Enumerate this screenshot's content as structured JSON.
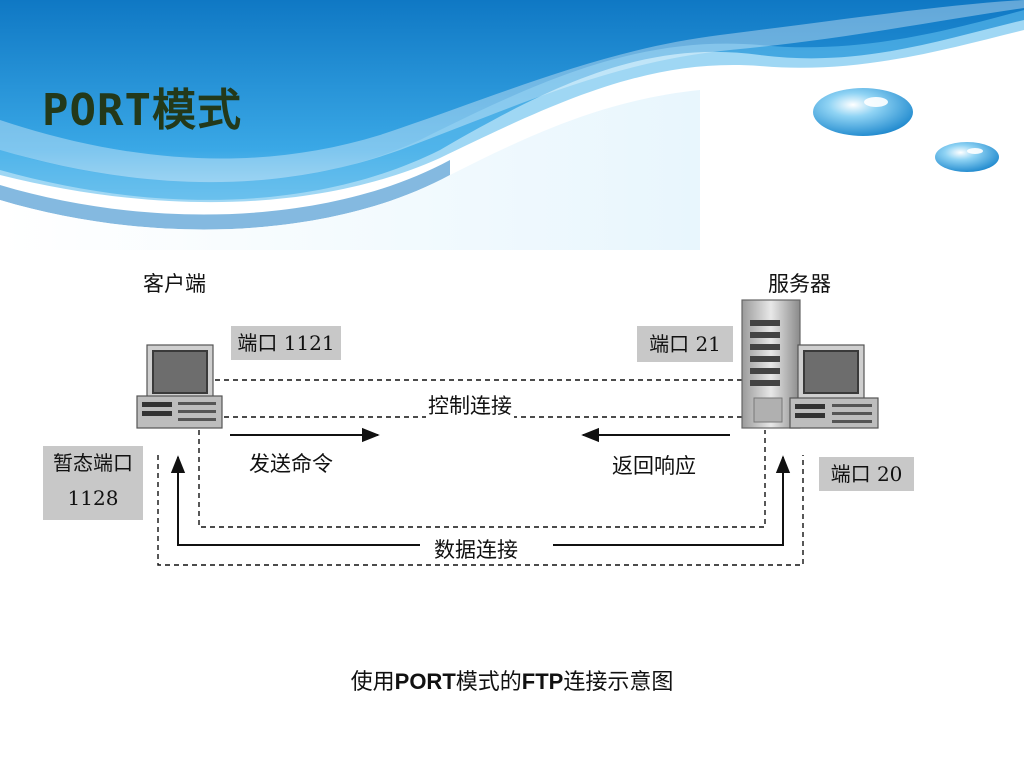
{
  "slide": {
    "title": "PORT模式",
    "caption_prefix": "使用",
    "caption_port": "PORT",
    "caption_mid": "模式的",
    "caption_ftp": "FTP",
    "caption_suffix": "连接示意图"
  },
  "diagram": {
    "client_label": "客户端",
    "server_label": "服务器",
    "client_port": "端口 1121",
    "server_port": "端口 21",
    "ephemeral_port_line1": "暂态端口",
    "ephemeral_port_line2": "1128",
    "server_data_port": "端口 20",
    "control_connection": "控制连接",
    "send_command": "发送命令",
    "return_response": "返回响应",
    "data_connection": "数据连接"
  },
  "colors": {
    "title": "#23391a",
    "port_box": "#c8c8c8",
    "banner_blue": "#1a8fd6"
  }
}
